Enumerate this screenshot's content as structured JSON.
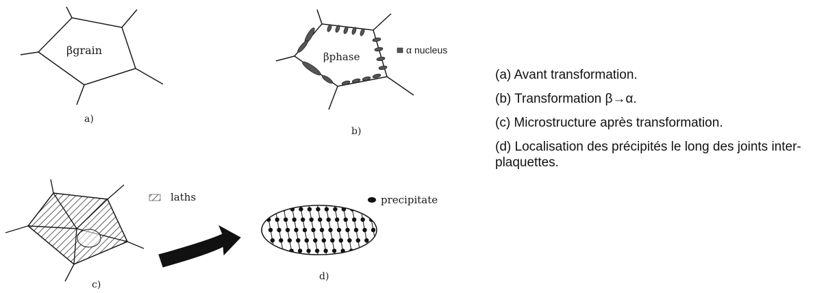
{
  "panels": {
    "a": {
      "label": "a)",
      "text": "βgrain"
    },
    "b": {
      "label": "b)",
      "text": "βphase",
      "legend": "α nucleus"
    },
    "c": {
      "label": "c)",
      "legend": "laths"
    },
    "d": {
      "label": "d)",
      "legend": "precipitate"
    }
  },
  "captions": [
    "(a) Avant transformation.",
    "(b) Transformation β→α.",
    "(c) Microstructure après transformation.",
    "(d) Localisation des précipités le long des joints inter-plaquettes."
  ],
  "colors": {
    "ink": "#1a1a1a",
    "fill": "#555555"
  }
}
